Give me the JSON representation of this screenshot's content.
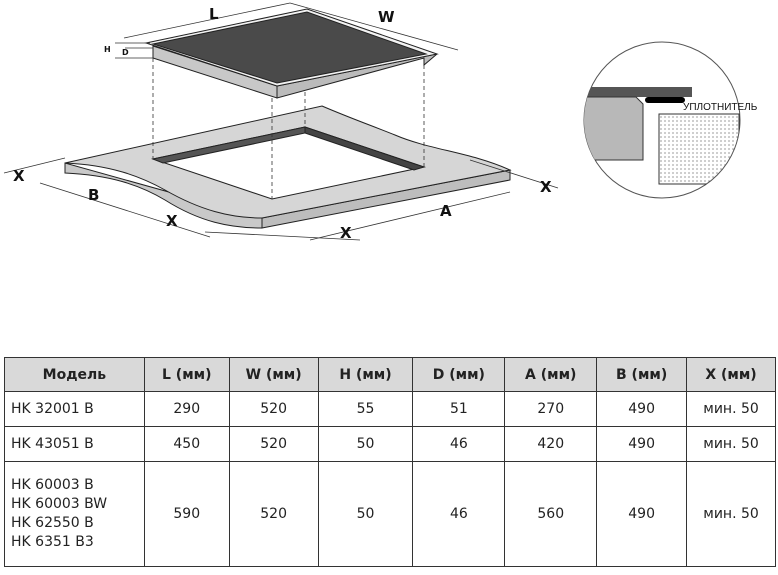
{
  "diagram": {
    "labels": {
      "L": "L",
      "W": "W",
      "H": "H",
      "D": "D",
      "A": "A",
      "B": "B",
      "X": "X"
    },
    "seal_label": "УПЛОТНИТЕЛЬ"
  },
  "table": {
    "headers": [
      "Модель",
      "L (мм)",
      "W (мм)",
      "H (мм)",
      "D (мм)",
      "A (мм)",
      "B (мм)",
      "X (мм)"
    ],
    "rows": [
      {
        "models": [
          "HK 32001 B"
        ],
        "L": "290",
        "W": "520",
        "H": "55",
        "D": "51",
        "A": "270",
        "B": "490",
        "X": "мин. 50"
      },
      {
        "models": [
          "HK 43051 B"
        ],
        "L": "450",
        "W": "520",
        "H": "50",
        "D": "46",
        "A": "420",
        "B": "490",
        "X": "мин. 50"
      },
      {
        "models": [
          "HK 60003 B",
          "HK 60003 BW",
          "HK 62550 B",
          "HK 6351 B3"
        ],
        "L": "590",
        "W": "520",
        "H": "50",
        "D": "46",
        "A": "560",
        "B": "490",
        "X": "мин. 50"
      }
    ]
  }
}
